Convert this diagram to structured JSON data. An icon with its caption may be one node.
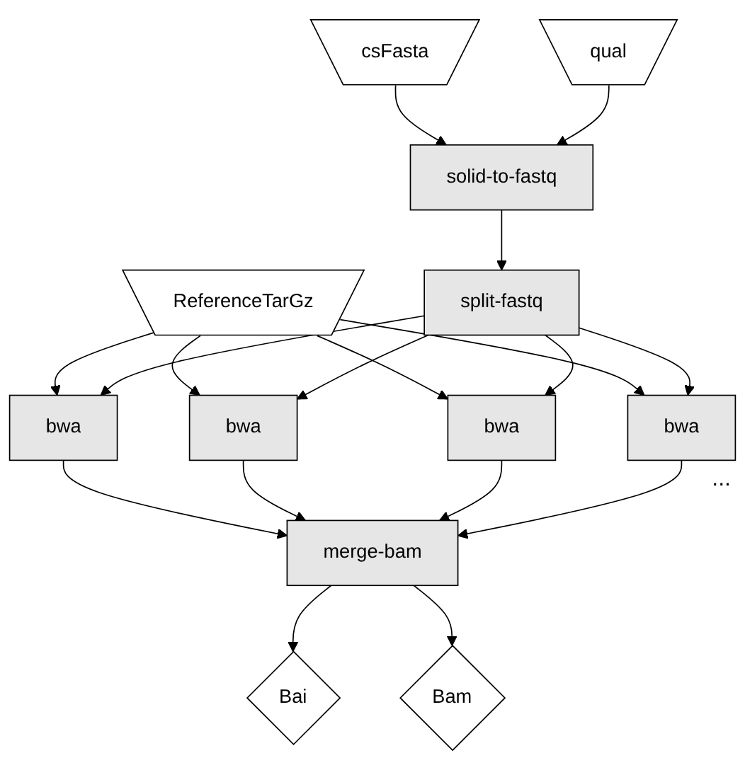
{
  "diagram": {
    "nodes": [
      {
        "text": [
          "csFasta"
        ]
      },
      {
        "text": [
          "qual"
        ]
      },
      {
        "text": [
          "solid-to-fastq"
        ]
      },
      {
        "text": [
          "ReferenceTarGz"
        ]
      },
      {
        "text": [
          "split-fastq"
        ]
      },
      {
        "text": [
          "bwa"
        ]
      },
      {
        "text": [
          "bwa"
        ]
      },
      {
        "text": [
          "bwa"
        ]
      },
      {
        "text": [
          "bwa"
        ]
      },
      {
        "text": [
          "merge-bam"
        ]
      },
      {
        "text": [
          "Bai"
        ]
      },
      {
        "text": [
          "Bam"
        ]
      }
    ],
    "edges": [
      {
        "from": 0,
        "to": 2,
        "arrow": "to"
      },
      {
        "from": 1,
        "to": 2,
        "arrow": "to"
      },
      {
        "from": 2,
        "to": 4,
        "arrow": "to"
      },
      {
        "from": 3,
        "to": 5,
        "arrow": "to"
      },
      {
        "from": 3,
        "to": 6,
        "arrow": "to"
      },
      {
        "from": 3,
        "to": 7,
        "arrow": "to"
      },
      {
        "from": 3,
        "to": 8,
        "arrow": "to"
      },
      {
        "from": 4,
        "to": 5,
        "arrow": "to"
      },
      {
        "from": 4,
        "to": 6,
        "arrow": "to"
      },
      {
        "from": 4,
        "to": 7,
        "arrow": "to"
      },
      {
        "from": 4,
        "to": 8,
        "arrow": "to"
      },
      {
        "from": 5,
        "to": 9,
        "arrow": "to"
      },
      {
        "from": 6,
        "to": 9,
        "arrow": "to"
      },
      {
        "from": 7,
        "to": 9,
        "arrow": "to"
      },
      {
        "from": 8,
        "to": 9,
        "arrow": "to"
      },
      {
        "from": 9,
        "to": 10,
        "arrow": "to"
      },
      {
        "from": 9,
        "to": 11,
        "arrow": "to"
      }
    ],
    "labels": [
      "..."
    ]
  }
}
